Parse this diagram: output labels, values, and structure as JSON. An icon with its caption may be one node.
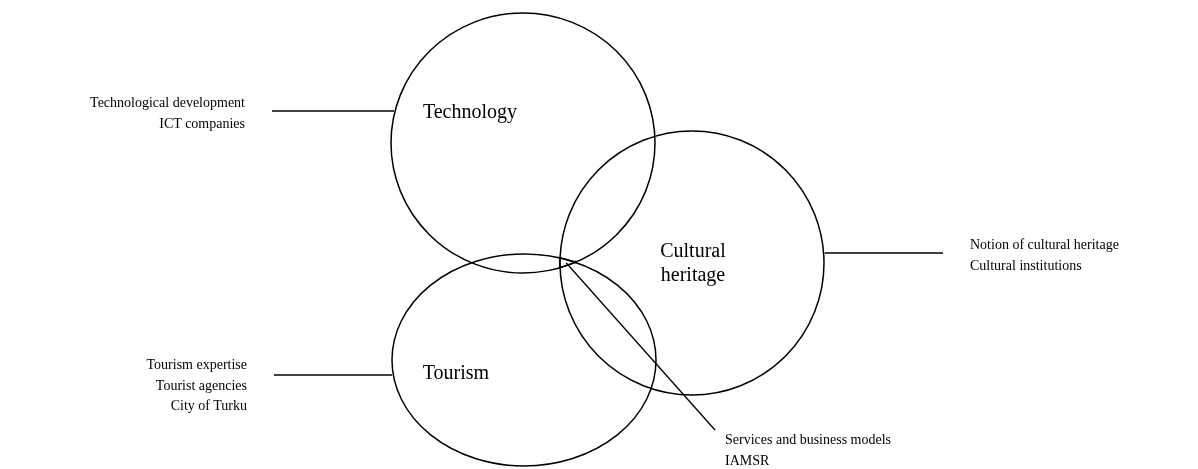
{
  "diagram": {
    "nodes": [
      {
        "text": [
          "Technology"
        ]
      },
      {
        "text": [
          "Cultural heritage"
        ]
      },
      {
        "text": [
          "Tourism"
        ]
      },
      {
        "text": [
          "Technological development",
          "ICT companies"
        ]
      },
      {
        "text": [
          "Notion of cultural heritage",
          "Cultural institutions"
        ]
      },
      {
        "text": [
          "Tourism expertise",
          "Tourist agencies",
          "City of Turku"
        ]
      },
      {
        "text": [
          "Services and business models",
          "IAMSR"
        ]
      },
      {
        "text": [],
        "shape": "region"
      }
    ],
    "edges": [
      {
        "from": 3,
        "to": 0,
        "arrow": "none"
      },
      {
        "from": 4,
        "to": 1,
        "arrow": "none"
      },
      {
        "from": 5,
        "to": 2,
        "arrow": "none"
      },
      {
        "from": 6,
        "to": 7,
        "arrow": "none"
      }
    ]
  }
}
